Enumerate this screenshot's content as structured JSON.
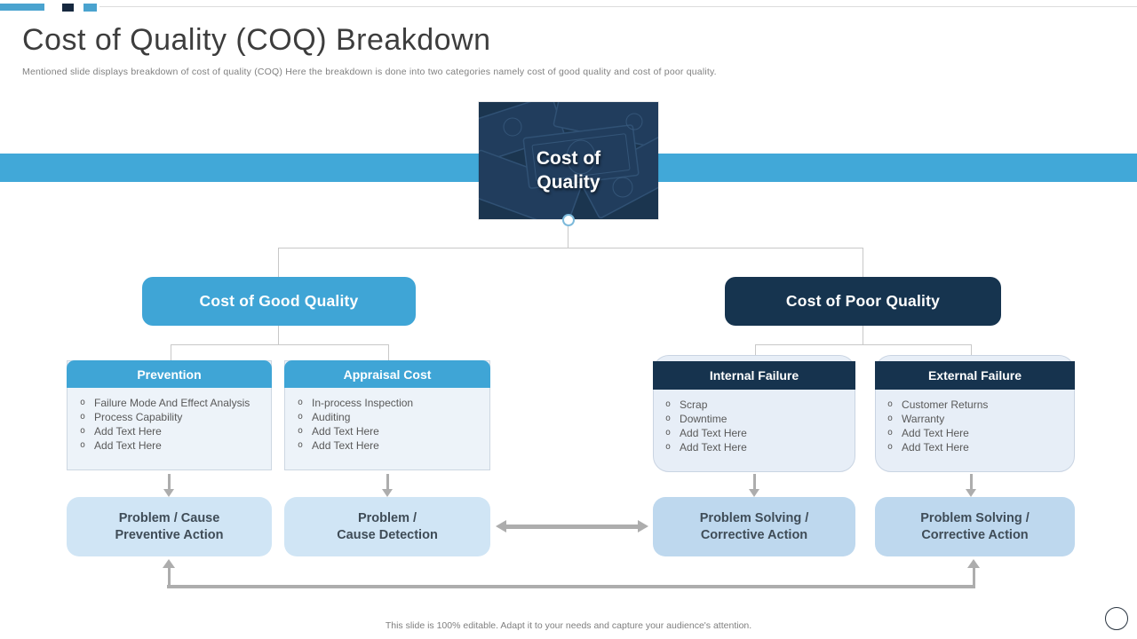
{
  "slide": {
    "title": "Cost of Quality (COQ) Breakdown",
    "subtitle": "Mentioned slide displays breakdown of cost of quality (COQ) Here the breakdown is done into two categories namely cost of good quality and cost of poor quality.",
    "footer": "This slide is 100% editable. Adapt it to your needs and capture your audience's attention."
  },
  "diagram": {
    "bullet_char": "o",
    "root": {
      "label": "Cost of\nQuality"
    },
    "branches": [
      {
        "label": "Cost of Good Quality"
      },
      {
        "label": "Cost of Poor Quality"
      }
    ],
    "categories": [
      {
        "title": "Prevention",
        "items": [
          "Failure Mode And Effect Analysis",
          "Process Capability",
          "Add Text Here",
          "Add Text Here"
        ]
      },
      {
        "title": "Appraisal Cost",
        "items": [
          "In-process Inspection",
          "Auditing",
          "Add Text Here",
          "Add Text Here"
        ]
      },
      {
        "title": "Internal Failure",
        "items": [
          "Scrap",
          "Downtime",
          "Add Text Here",
          "Add Text Here"
        ]
      },
      {
        "title": "External Failure",
        "items": [
          "Customer Returns",
          "Warranty",
          "Add Text Here",
          "Add Text Here"
        ]
      }
    ],
    "actions": [
      {
        "line1": "Problem / Cause",
        "line2": "Preventive Action"
      },
      {
        "line1": "Problem /",
        "line2": "Cause Detection"
      },
      {
        "line1": "Problem Solving /",
        "line2": "Corrective Action"
      },
      {
        "line1": "Problem Solving /",
        "line2": "Corrective Action"
      }
    ]
  },
  "colors": {
    "accent_blue": "#3FA5D6",
    "band_blue": "#41A8D8",
    "navy": "#16334E",
    "panel_left": "#EDF3F9",
    "panel_right": "#E7EEF7",
    "action_light": "#D0E5F5",
    "action_dark": "#BED8EE",
    "arrow_gray": "#ADADAD",
    "line_gray": "#C8C8C8"
  }
}
